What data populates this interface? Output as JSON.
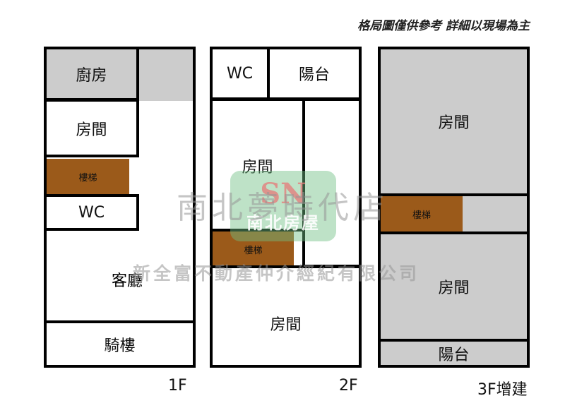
{
  "note": "格局圖僅供參考 詳細以現場為主",
  "floors": {
    "f1": {
      "label": "1F",
      "kitchen": "廚房",
      "room": "房間",
      "stairs": "樓梯",
      "wc": "WC",
      "living": "客廳",
      "arcade": "騎樓"
    },
    "f2": {
      "label": "2F",
      "wc": "WC",
      "balcony": "陽台",
      "room_top": "房間",
      "stairs": "樓梯",
      "room_bottom": "房間"
    },
    "f3": {
      "label": "3F增建",
      "room_top": "房間",
      "stairs": "樓梯",
      "room_bottom": "房間",
      "balcony": "陽台"
    }
  },
  "watermark": {
    "brand": "南北夢時代店",
    "company": "新全富不動產仲介經紀有限公司",
    "logo_top": "SN",
    "logo_bottom": "南北房屋"
  }
}
